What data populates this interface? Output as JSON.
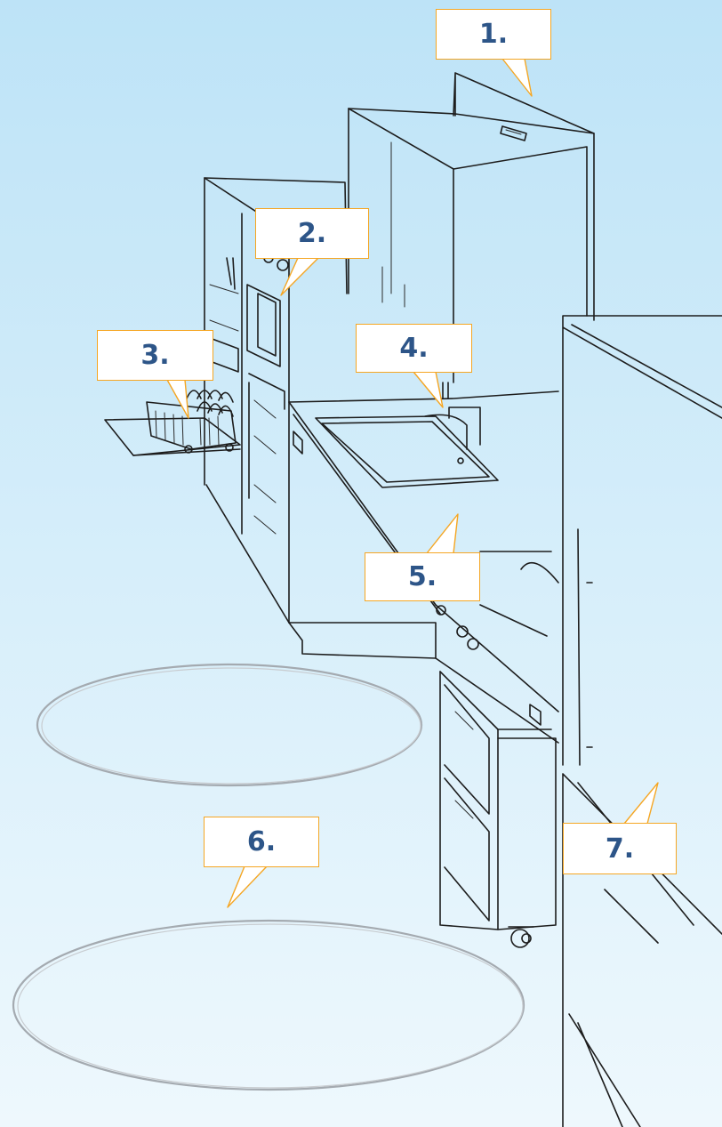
{
  "callouts": [
    {
      "id": "1",
      "label": "1."
    },
    {
      "id": "2",
      "label": "2."
    },
    {
      "id": "3",
      "label": "3."
    },
    {
      "id": "4",
      "label": "4."
    },
    {
      "id": "5",
      "label": "5."
    },
    {
      "id": "6",
      "label": "6."
    },
    {
      "id": "7",
      "label": "7."
    }
  ],
  "colors": {
    "background_top": "#bde3f7",
    "background_bottom": "#eef8fd",
    "callout_border": "#f5a623",
    "callout_text": "#2d5588",
    "sketch_line": "#1d1d1d",
    "floor_ellipse": "#a4aab0"
  }
}
